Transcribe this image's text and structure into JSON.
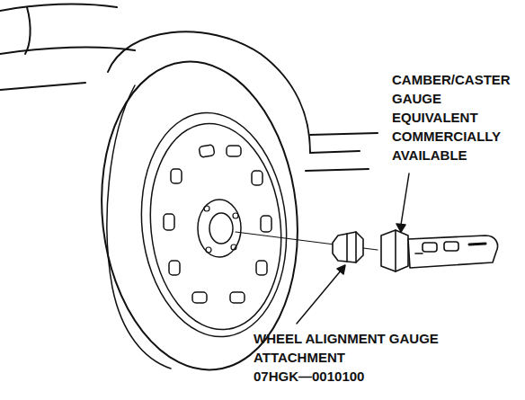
{
  "diagram": {
    "labels": [
      "CAMBER/CASTER GAUGE EQUIVALENT COMMERCIALLY AVAILABLE",
      "WHEEL ALIGNMENT GAUGE ATTACHMENT",
      "07HGK—0010100"
    ]
  }
}
